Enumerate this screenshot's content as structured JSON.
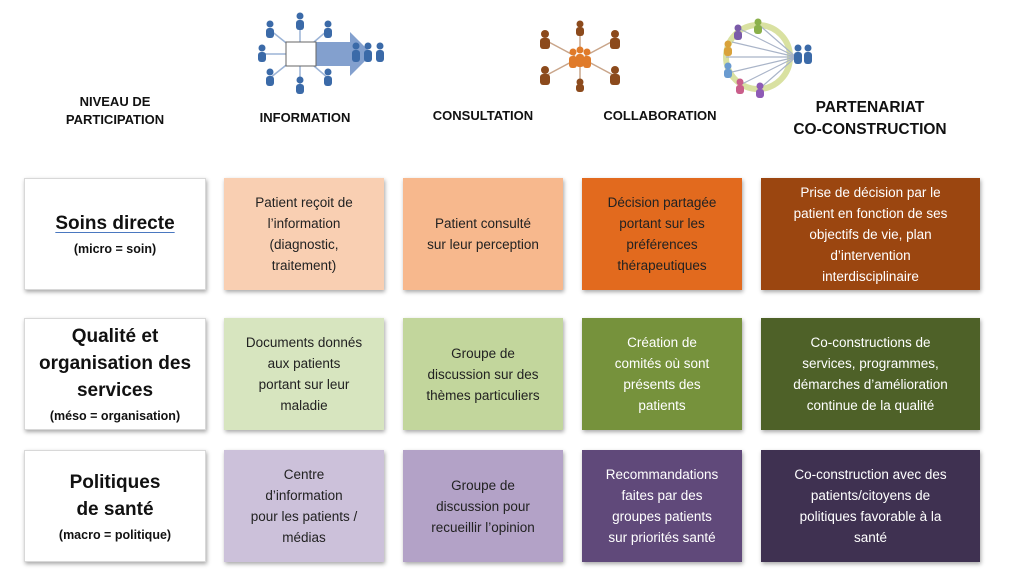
{
  "headers": {
    "niveau": [
      "NIVEAU DE",
      "PARTICIPATION"
    ],
    "information": "INFORMATION",
    "consultation": "CONSULTATION",
    "collaboration": "COLLABORATION",
    "partenariat": [
      "PARTENARIAT",
      "CO-CONSTRUCTION"
    ]
  },
  "icons": [
    "information-network-icon",
    "consultation-people-icon",
    "collaboration-circle-icon"
  ],
  "rows": [
    {
      "label": "Soins directe",
      "sub": "(micro = soin)",
      "cells": [
        [
          "Patient reçoit de",
          "l’information",
          "(diagnostic,",
          "traitement)"
        ],
        [
          "Patient consulté",
          "sur leur perception"
        ],
        [
          "Décision partagée",
          "portant sur les",
          "préférences",
          "thérapeutiques"
        ],
        [
          "Prise de décision par le",
          "patient en fonction de ses",
          "objectifs de vie, plan",
          "d’intervention",
          "interdisciplinaire"
        ]
      ],
      "colors": [
        "#f9cfb2",
        "#f7b88d",
        "#e26a1e",
        "#9b4610"
      ]
    },
    {
      "label_lines": [
        "Qualité et",
        "organisation des",
        "services"
      ],
      "sub": "(méso = organisation)",
      "cells": [
        [
          "Documents donnés",
          "aux patients",
          "portant sur leur",
          "maladie"
        ],
        [
          "Groupe de",
          "discussion sur des",
          "thèmes particuliers"
        ],
        [
          "Création de",
          "comités où sont",
          "présents des",
          "patients"
        ],
        [
          "Co-constructions de",
          "services, programmes,",
          "démarches d’amélioration",
          "continue de la qualité"
        ]
      ],
      "colors": [
        "#d7e5bf",
        "#c2d69c",
        "#76923c",
        "#4e6128"
      ]
    },
    {
      "label_lines": [
        "Politiques",
        "de santé"
      ],
      "sub": "(macro = politique)",
      "cells": [
        [
          "Centre",
          "d’information",
          "pour les patients /",
          "médias"
        ],
        [
          "Groupe de",
          "discussion pour",
          "recueillir l’opinion"
        ],
        [
          "Recommandations",
          "faites par des",
          "groupes patients",
          "sur priorités santé"
        ],
        [
          "Co-construction avec des",
          "patients/citoyens de",
          "politiques favorable à la",
          "santé"
        ]
      ],
      "colors": [
        "#ccc1da",
        "#b3a2c7",
        "#60497a",
        "#3f3151"
      ]
    }
  ]
}
